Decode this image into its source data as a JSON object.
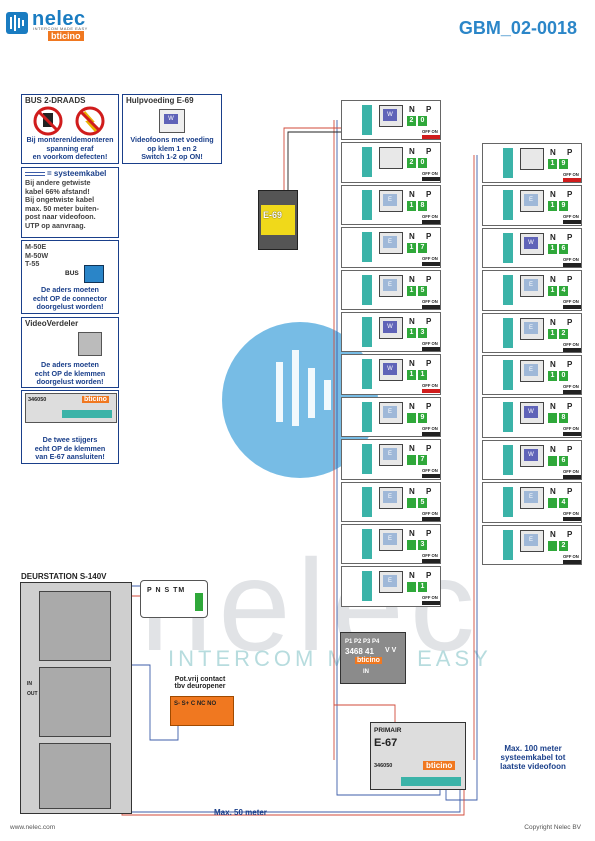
{
  "header": {
    "brand": "nelec",
    "tagline": "INTERCOM MADE EASY",
    "partner": "bticino",
    "doc_code": "GBM_02-0018"
  },
  "panels": {
    "bus": {
      "title": "BUS 2-DRAADS",
      "text": [
        "Bij monteren/demonteren",
        "spanning eraf",
        "en voorkom defecten!"
      ]
    },
    "psu_note": {
      "title": "Hulpvoeding E-69",
      "text": [
        "Videofoons met voeding",
        "op klem 1 en 2",
        "Switch 1-2 op ON!"
      ]
    },
    "cable": {
      "title": "= systeemkabel",
      "text": [
        "Bij andere getwiste",
        "kabel 66% afstand!",
        "Bij ongetwiste kabel",
        "max. 50 meter buiten-",
        "post naar videofoon.",
        "UTP op aanvraag."
      ]
    },
    "models": {
      "lines": [
        "M-50E",
        "M-50W",
        "T-55"
      ],
      "bus_label": "BUS",
      "text": [
        "De aders moeten",
        "echt OP de connector",
        "doorgelust worden!"
      ]
    },
    "splitter": {
      "title": "VideoVerdeler",
      "text": [
        "De aders moeten",
        "echt OP de klemmen",
        "doorgelust worden!"
      ]
    },
    "risers": {
      "code": "346050",
      "brand": "bticino",
      "text": [
        "De twee stijgers",
        "echt OP de klemmen",
        "van E-67 aansluiten!"
      ]
    }
  },
  "devices": {
    "psu": {
      "label": "E-69"
    },
    "distributor": {
      "terminals": "P1 P2 P3 P4",
      "code": "3468 41",
      "vv": "V V",
      "brand": "bticino",
      "in": "IN"
    },
    "primary": {
      "label": "PRIMAIR",
      "name": "E-67",
      "code": "346050",
      "brand": "bticino"
    },
    "door_station": {
      "title": "DEURSTATION S-140V",
      "terminals": "P N S TM",
      "in": "IN",
      "out": "OUT"
    },
    "contact": {
      "title": [
        "Pot.vrij contact",
        "tbv deuropener"
      ],
      "terminals": "S- S+ C NC NO"
    }
  },
  "left_column": [
    {
      "type": "W",
      "n": "2",
      "p": "0",
      "switch_on": true
    },
    {
      "type": "blank",
      "n": "2",
      "p": "0",
      "switch_on": false
    },
    {
      "type": "E",
      "n": "1",
      "p": "8",
      "switch_on": false
    },
    {
      "type": "E",
      "n": "1",
      "p": "7",
      "switch_on": false
    },
    {
      "type": "E",
      "n": "1",
      "p": "5",
      "switch_on": false
    },
    {
      "type": "W",
      "n": "1",
      "p": "3",
      "switch_on": false
    },
    {
      "type": "W",
      "n": "1",
      "p": "1",
      "switch_on": true
    },
    {
      "type": "E",
      "n": "",
      "p": "9",
      "switch_on": false
    },
    {
      "type": "E",
      "n": "",
      "p": "7",
      "switch_on": false
    },
    {
      "type": "E",
      "n": "",
      "p": "5",
      "switch_on": false
    },
    {
      "type": "E",
      "n": "",
      "p": "3",
      "switch_on": false
    },
    {
      "type": "E",
      "n": "",
      "p": "1",
      "switch_on": false
    }
  ],
  "right_column": [
    {
      "type": "blank",
      "n": "1",
      "p": "9",
      "switch_on": true
    },
    {
      "type": "E",
      "n": "1",
      "p": "9",
      "switch_on": false
    },
    {
      "type": "W",
      "n": "1",
      "p": "6",
      "switch_on": false
    },
    {
      "type": "E",
      "n": "1",
      "p": "4",
      "switch_on": false
    },
    {
      "type": "E",
      "n": "1",
      "p": "2",
      "switch_on": false
    },
    {
      "type": "E",
      "n": "1",
      "p": "0",
      "switch_on": false
    },
    {
      "type": "W",
      "n": "",
      "p": "8",
      "switch_on": false
    },
    {
      "type": "W",
      "n": "",
      "p": "6",
      "switch_on": false
    },
    {
      "type": "E",
      "n": "",
      "p": "4",
      "switch_on": false
    },
    {
      "type": "E",
      "n": "",
      "p": "2",
      "switch_on": false
    }
  ],
  "unit_labels": {
    "n": "N",
    "p": "P",
    "offon": "OFF ON"
  },
  "annotations": {
    "max100": [
      "Max. 100 meter",
      "systeemkabel tot",
      "laatste videofoon"
    ],
    "max50": "Max. 50 meter"
  },
  "watermark": {
    "brand": "nelec",
    "tagline": "INTERCOM MADE EASY"
  },
  "footer": {
    "left": "www.nelec.com",
    "right": "Copyright Nelec BV"
  },
  "colors": {
    "brand_blue": "#1a7cc1",
    "accent_orange": "#f07820",
    "panel_border": "#1a3f8a",
    "green": "#2fa83a",
    "teal": "#3bb3a8"
  }
}
